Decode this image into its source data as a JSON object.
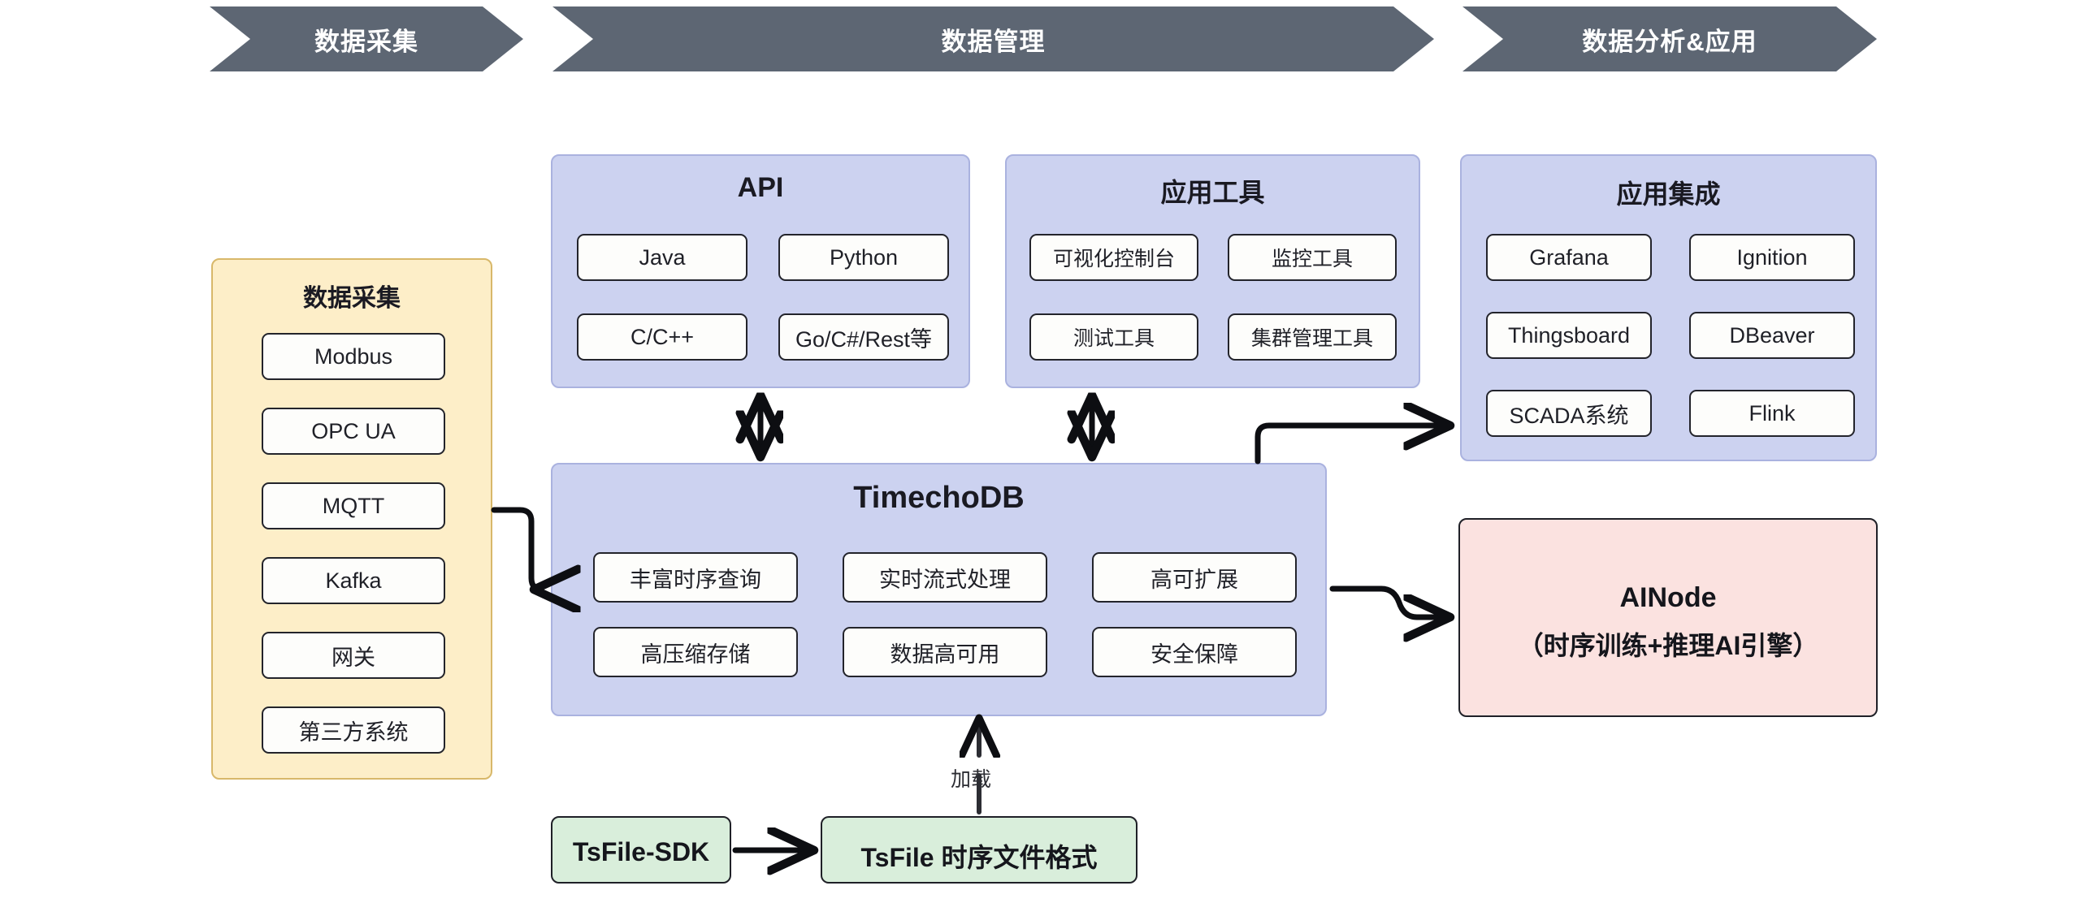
{
  "banner": {
    "stages": [
      {
        "label": "数据采集"
      },
      {
        "label": "数据管理"
      },
      {
        "label": "数据分析&应用"
      }
    ],
    "color": "#5d6673"
  },
  "collect_panel": {
    "title": "数据采集",
    "bg_color": "#fdeec8",
    "border_color": "#d8b86a",
    "items": [
      {
        "label": "Modbus"
      },
      {
        "label": "OPC UA"
      },
      {
        "label": "MQTT"
      },
      {
        "label": "Kafka"
      },
      {
        "label": "网关"
      },
      {
        "label": "第三方系统"
      }
    ]
  },
  "api_panel": {
    "title": "API",
    "bg_color": "#ccd2f0",
    "items": [
      {
        "label": "Java"
      },
      {
        "label": "Python"
      },
      {
        "label": "C/C++"
      },
      {
        "label": "Go/C#/Rest等"
      }
    ]
  },
  "tools_panel": {
    "title": "应用工具",
    "bg_color": "#ccd2f0",
    "items": [
      {
        "label": "可视化控制台"
      },
      {
        "label": "监控工具"
      },
      {
        "label": "测试工具"
      },
      {
        "label": "集群管理工具"
      }
    ]
  },
  "integration_panel": {
    "title": "应用集成",
    "bg_color": "#ccd2f0",
    "items": [
      {
        "label": "Grafana"
      },
      {
        "label": "Ignition"
      },
      {
        "label": "Thingsboard"
      },
      {
        "label": "DBeaver"
      },
      {
        "label": "SCADA系统"
      },
      {
        "label": "Flink"
      }
    ]
  },
  "core_panel": {
    "title": "TimechoDB",
    "bg_color": "#ccd2f0",
    "items": [
      {
        "label": "丰富时序查询"
      },
      {
        "label": "实时流式处理"
      },
      {
        "label": "高可扩展"
      },
      {
        "label": "高压缩存储"
      },
      {
        "label": "数据高可用"
      },
      {
        "label": "安全保障"
      }
    ]
  },
  "ainode_panel": {
    "bg_color": "#fbe2e0",
    "title": "AINode",
    "subtitle": "（时序训练+推理AI引擎）"
  },
  "tsfile": {
    "bg_color": "#d9eedb",
    "sdk_label": "TsFile-SDK",
    "format_label": "TsFile 时序文件格式"
  },
  "edges": {
    "load_label": "加载"
  }
}
